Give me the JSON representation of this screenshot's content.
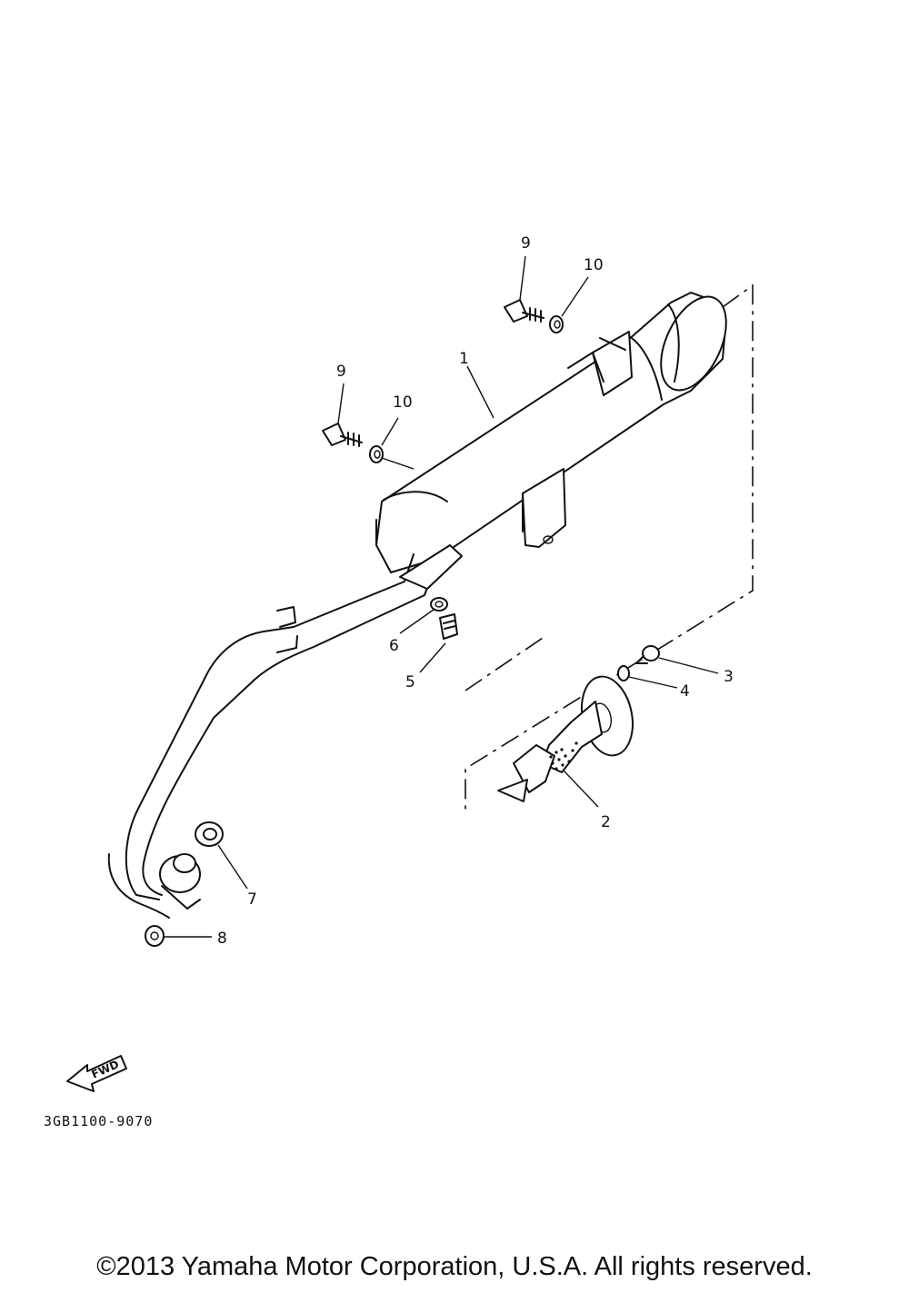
{
  "callouts": {
    "c1": "1",
    "c2": "2",
    "c3": "3",
    "c4": "4",
    "c5": "5",
    "c6": "6",
    "c7": "7",
    "c8": "8",
    "c9a": "9",
    "c9b": "9",
    "c10a": "10",
    "c10b": "10"
  },
  "direction_label": "FWD",
  "diagram_code": "3GB1100-9070",
  "copyright": "©2013 Yamaha Motor Corporation, U.S.A. All rights reserved."
}
